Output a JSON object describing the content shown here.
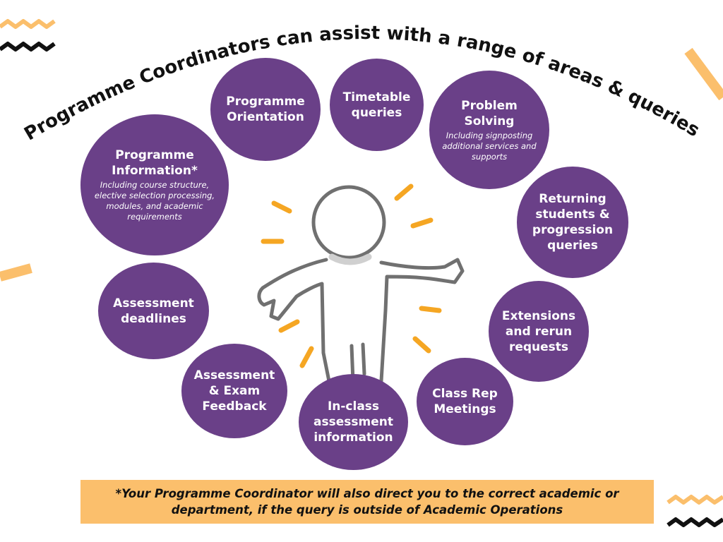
{
  "title": "Programme Coordinators can assist with a range of areas & queries:",
  "bubbles": [
    {
      "title": "Programme Orientation",
      "subtitle": ""
    },
    {
      "title": "Timetable queries",
      "subtitle": ""
    },
    {
      "title": "Problem Solving",
      "subtitle": "Including signposting additional services and supports"
    },
    {
      "title": "Programme Information*",
      "subtitle": "Including course structure, elective selection processing, modules, and academic requirements"
    },
    {
      "title": "Returning students & progression queries",
      "subtitle": ""
    },
    {
      "title": "Assessment deadlines",
      "subtitle": ""
    },
    {
      "title": "Extensions and rerun requests",
      "subtitle": ""
    },
    {
      "title": "Assessment & Exam Feedback",
      "subtitle": ""
    },
    {
      "title": "Class Rep Meetings",
      "subtitle": ""
    },
    {
      "title": "In-class assessment information",
      "subtitle": ""
    }
  ],
  "footnote": {
    "line1": "*Your Programme Coordinator will also direct you to the correct academic or",
    "line2": "department, if the query is outside of Academic Operations"
  },
  "colors": {
    "bubble": "#6a4088",
    "accent": "#fbbf6c",
    "ray": "#f5a623",
    "figure": "#707070"
  }
}
